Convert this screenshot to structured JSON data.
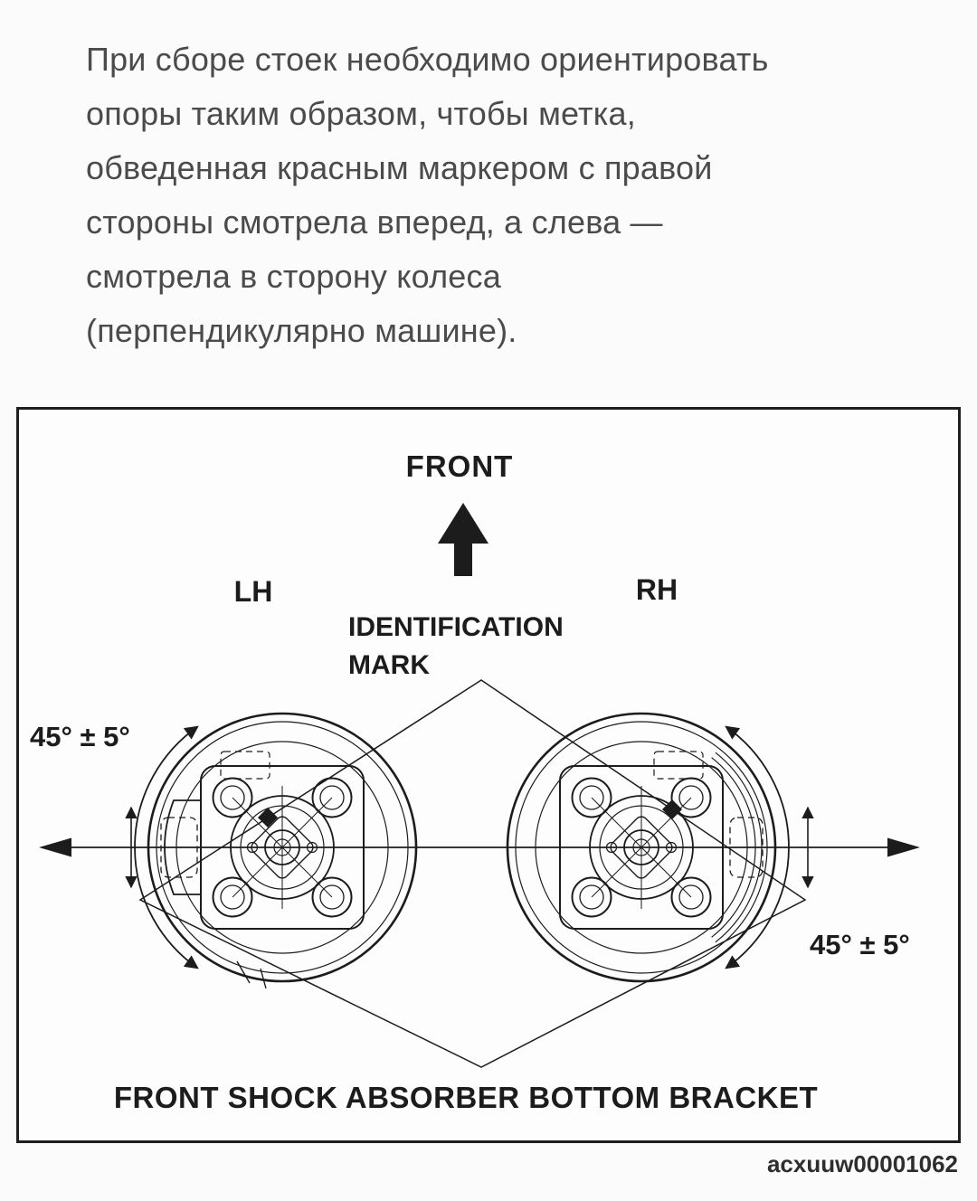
{
  "page": {
    "background": "#fbfbfb",
    "intro_lines": [
      "При сборе стоек необходимо ориентировать",
      "опоры таким образом, чтобы метка,",
      "обведенная красным маркером с правой",
      "стороны смотрела вперед, а слева —",
      "смотрела в сторону колеса",
      "(перпендикулярно машине)."
    ],
    "figure_code": "acxuuw00001062"
  },
  "diagram": {
    "caption": "FRONT SHOCK ABSORBER BOTTOM BRACKET",
    "labels": {
      "front": "FRONT",
      "lh": "LH",
      "rh": "RH",
      "identification_line1": "IDENTIFICATION",
      "identification_line2": "MARK",
      "angle_left": "45° ± 5°",
      "angle_right": "45° ± 5°"
    },
    "colors": {
      "line": "#1c1c1c",
      "text": "#4b4b4b"
    }
  }
}
